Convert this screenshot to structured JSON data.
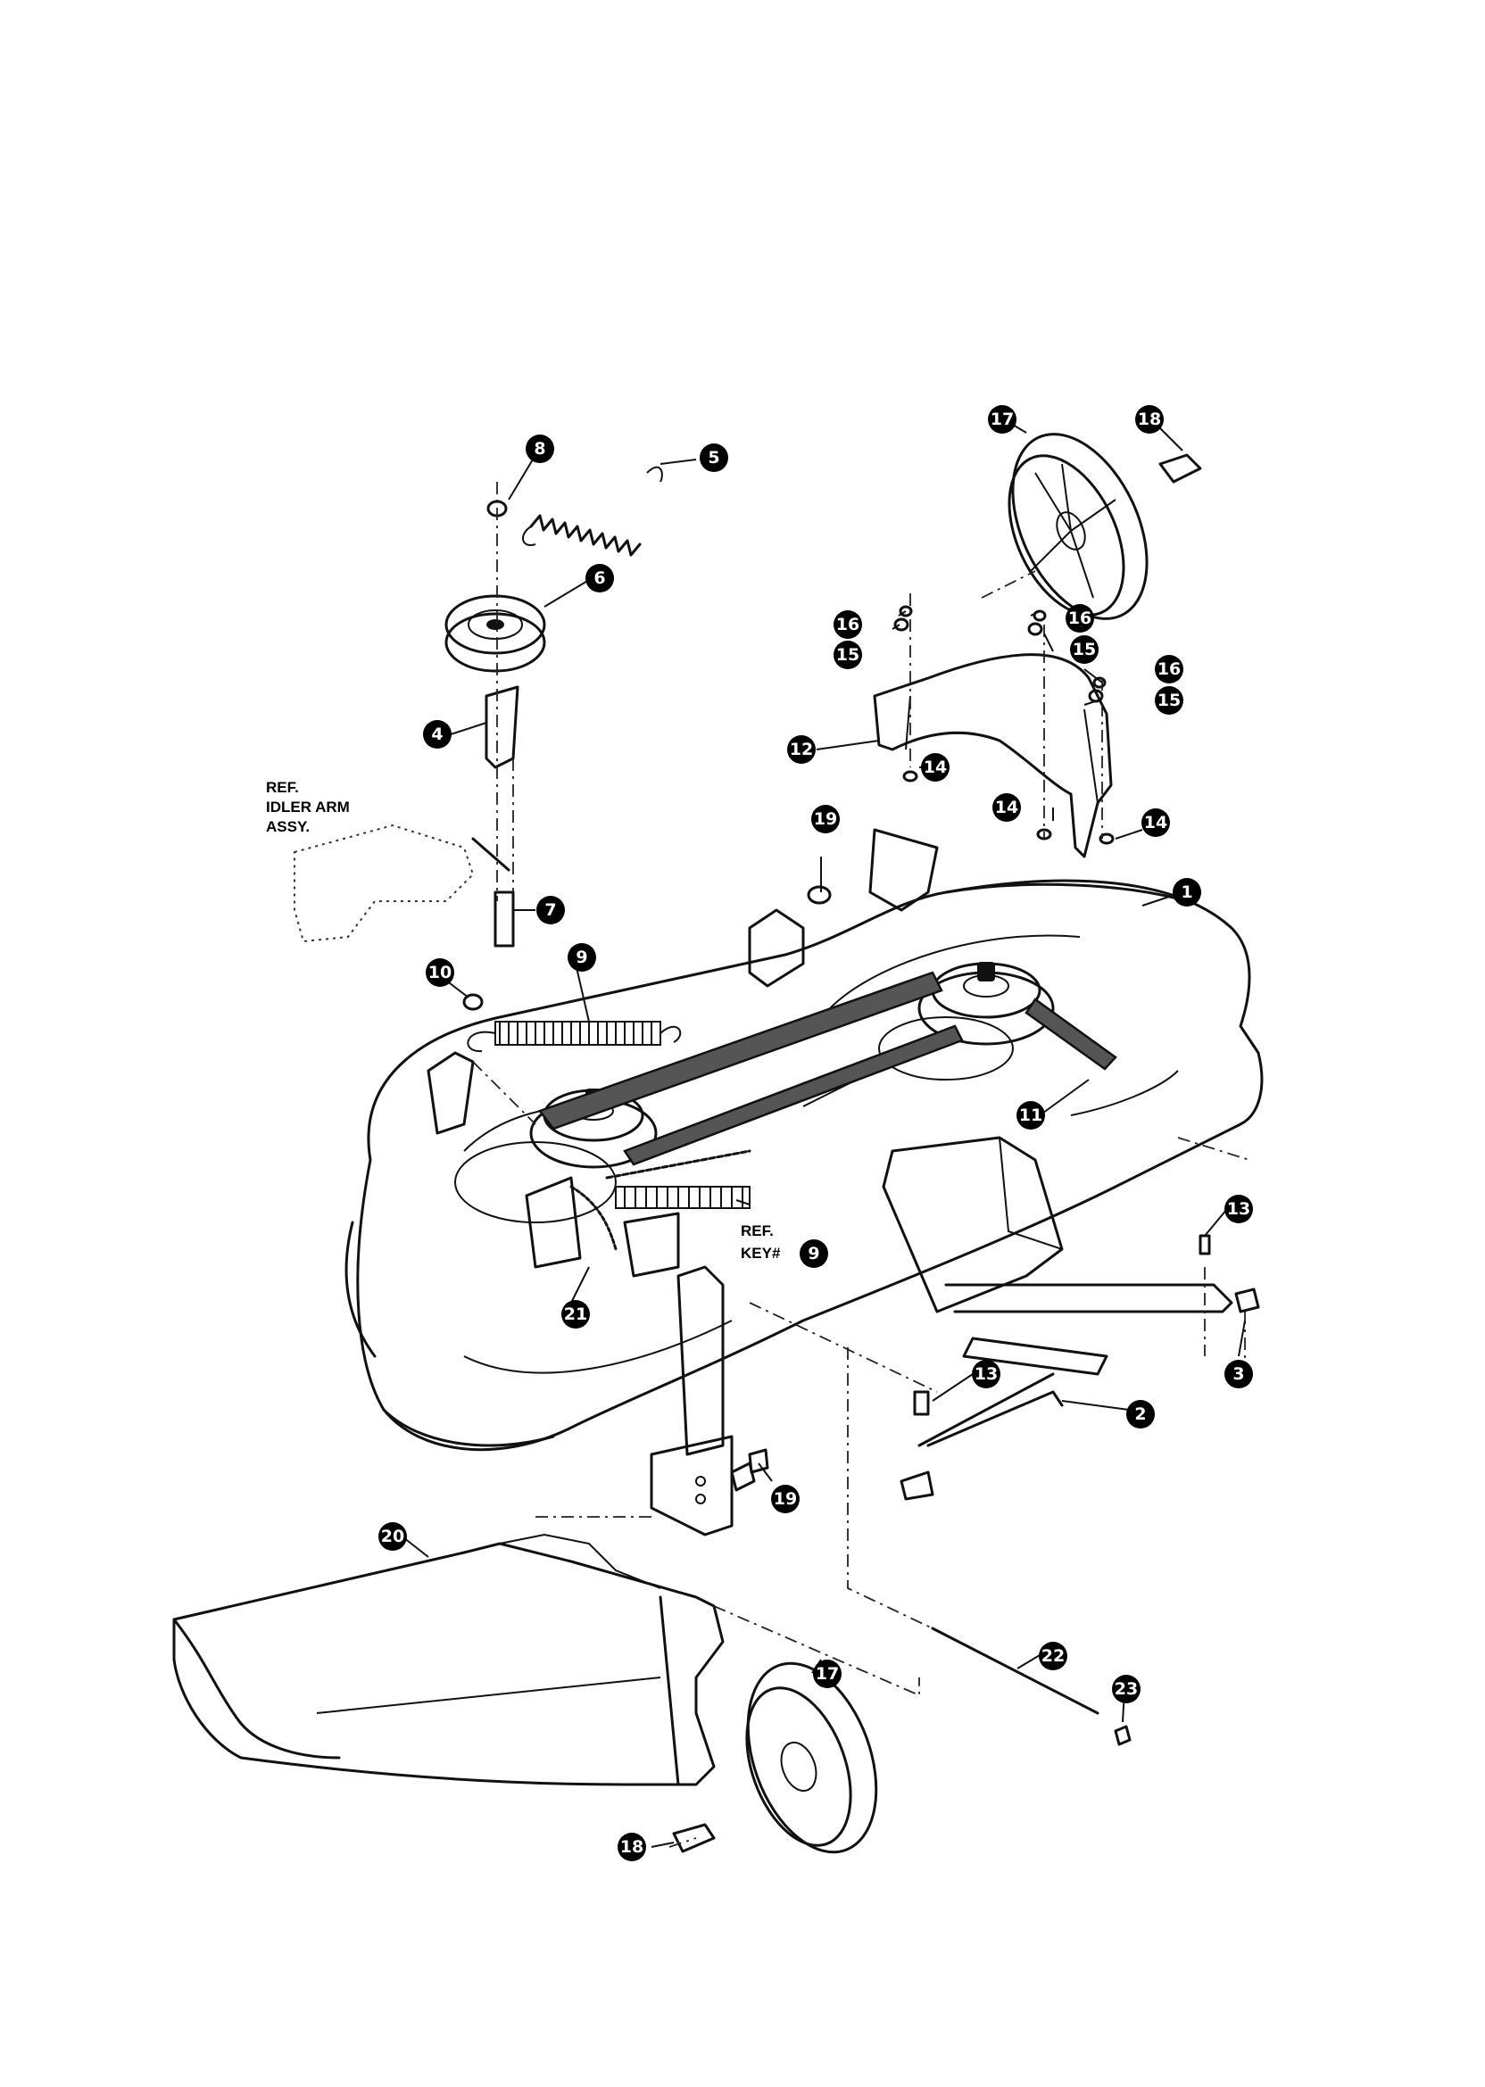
{
  "diagram": {
    "callouts": [
      {
        "id": "c1",
        "label": "1"
      },
      {
        "id": "c2",
        "label": "2"
      },
      {
        "id": "c3",
        "label": "3"
      },
      {
        "id": "c4",
        "label": "4"
      },
      {
        "id": "c5",
        "label": "5"
      },
      {
        "id": "c6",
        "label": "6"
      },
      {
        "id": "c7",
        "label": "7"
      },
      {
        "id": "c8",
        "label": "8"
      },
      {
        "id": "c9",
        "label": "9"
      },
      {
        "id": "c9b",
        "label": "9"
      },
      {
        "id": "c10",
        "label": "10"
      },
      {
        "id": "c11",
        "label": "11"
      },
      {
        "id": "c12",
        "label": "12"
      },
      {
        "id": "c13a",
        "label": "13"
      },
      {
        "id": "c13b",
        "label": "13"
      },
      {
        "id": "c14a",
        "label": "14"
      },
      {
        "id": "c14b",
        "label": "14"
      },
      {
        "id": "c14c",
        "label": "14"
      },
      {
        "id": "c15a",
        "label": "15"
      },
      {
        "id": "c15b",
        "label": "15"
      },
      {
        "id": "c15c",
        "label": "15"
      },
      {
        "id": "c16a",
        "label": "16"
      },
      {
        "id": "c16b",
        "label": "16"
      },
      {
        "id": "c16c",
        "label": "16"
      },
      {
        "id": "c17a",
        "label": "17"
      },
      {
        "id": "c17b",
        "label": "17"
      },
      {
        "id": "c18a",
        "label": "18"
      },
      {
        "id": "c18b",
        "label": "18"
      },
      {
        "id": "c19a",
        "label": "19"
      },
      {
        "id": "c19b",
        "label": "19"
      },
      {
        "id": "c20",
        "label": "20"
      },
      {
        "id": "c21",
        "label": "21"
      },
      {
        "id": "c22",
        "label": "22"
      },
      {
        "id": "c23",
        "label": "23"
      }
    ],
    "ref_idler": {
      "line1": "REF.",
      "line2": "IDLER ARM",
      "line3": "ASSY."
    },
    "ref_key": {
      "line1": "REF.",
      "line2": "KEY#"
    }
  }
}
